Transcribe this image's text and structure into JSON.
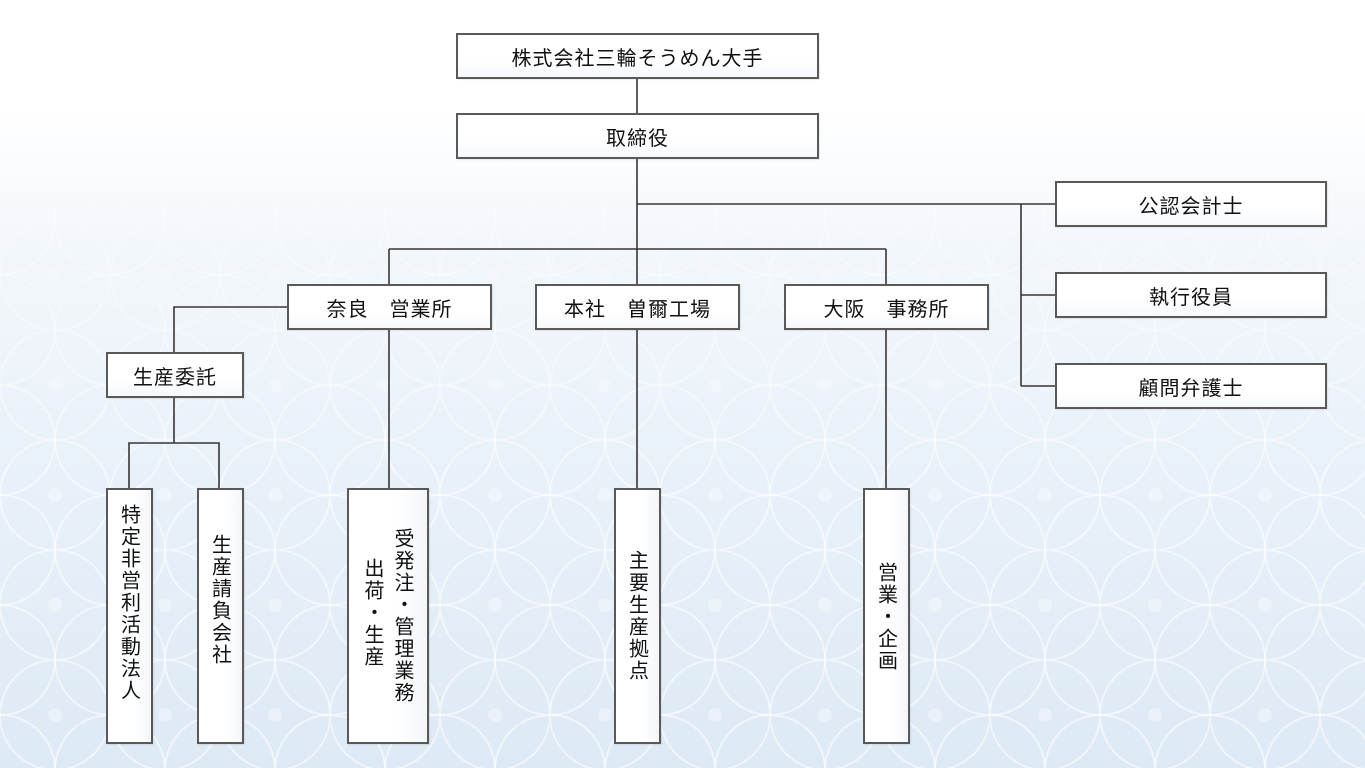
{
  "diagram": {
    "type": "organization-chart",
    "colors": {
      "box_border": "#5b5858",
      "box_fill": "#ffffff",
      "line": "#3a3535",
      "background_top": "#ffffff",
      "background_bottom": "#dde9f5"
    },
    "company": {
      "label": "株式会社三輪そうめん大手"
    },
    "board": {
      "label": "取締役"
    },
    "advisors": [
      {
        "label": "公認会計士"
      },
      {
        "label": "執行役員"
      },
      {
        "label": "顧問弁護士"
      }
    ],
    "offices": [
      {
        "label": "奈良　営業所",
        "role": {
          "lines": [
            "受発注・管理業務",
            "出荷・生産"
          ]
        },
        "subunit": {
          "label": "生産委託",
          "children": [
            {
              "label": "特定非営利活動法人"
            },
            {
              "label": "生産請負会社"
            }
          ]
        }
      },
      {
        "label": "本社　曽爾工場",
        "role": {
          "lines": [
            "主要生産拠点"
          ]
        }
      },
      {
        "label": "大阪　事務所",
        "role": {
          "lines": [
            "営業・企画"
          ]
        }
      }
    ]
  }
}
